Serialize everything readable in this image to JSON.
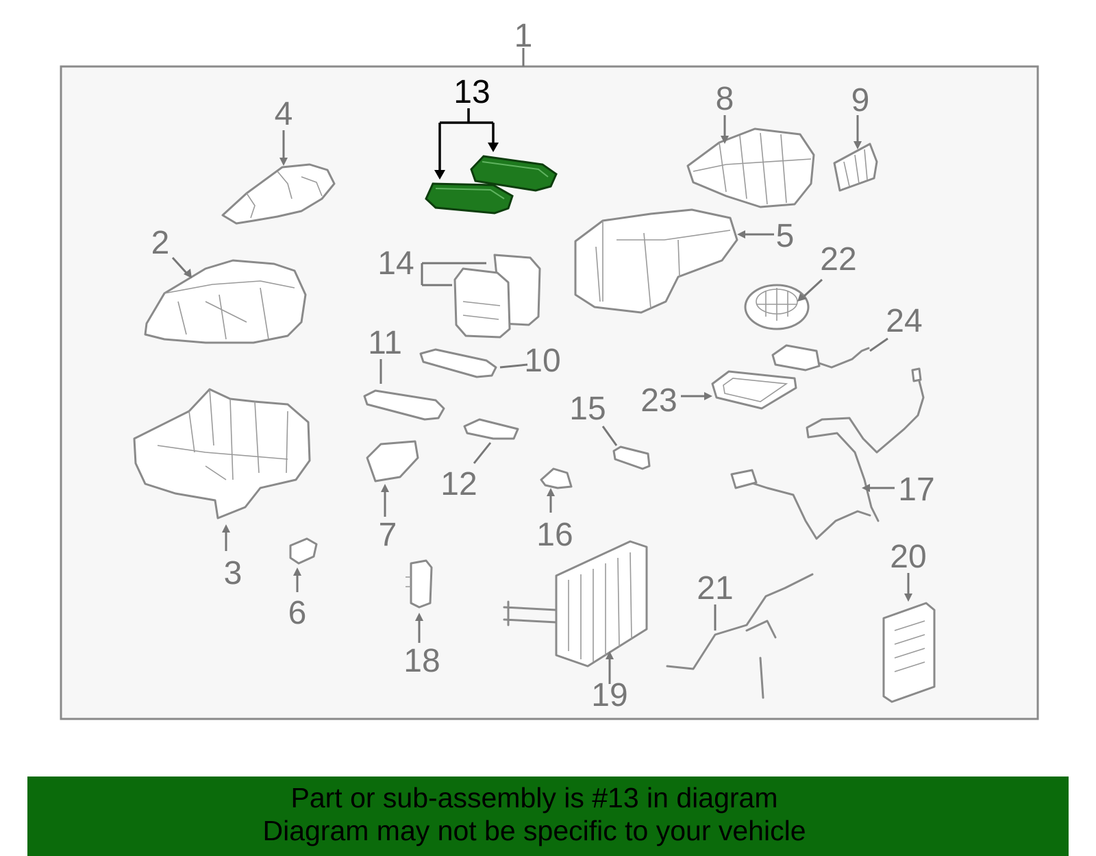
{
  "diagram": {
    "assembly_callout": "1",
    "highlighted_callout": "13",
    "callouts": [
      "2",
      "3",
      "4",
      "5",
      "6",
      "7",
      "8",
      "9",
      "10",
      "11",
      "12",
      "14",
      "15",
      "16",
      "17",
      "18",
      "19",
      "20",
      "21",
      "22",
      "23",
      "24"
    ],
    "colors": {
      "highlight_part": "#1e7a1e",
      "line_art": "#8a8a8a",
      "panel_background": "#f7f7f7",
      "footer_background": "#0b6b0b"
    }
  },
  "footer": {
    "line1": "Part or sub-assembly is #13 in diagram",
    "line2": "Diagram may not be specific to your vehicle"
  }
}
